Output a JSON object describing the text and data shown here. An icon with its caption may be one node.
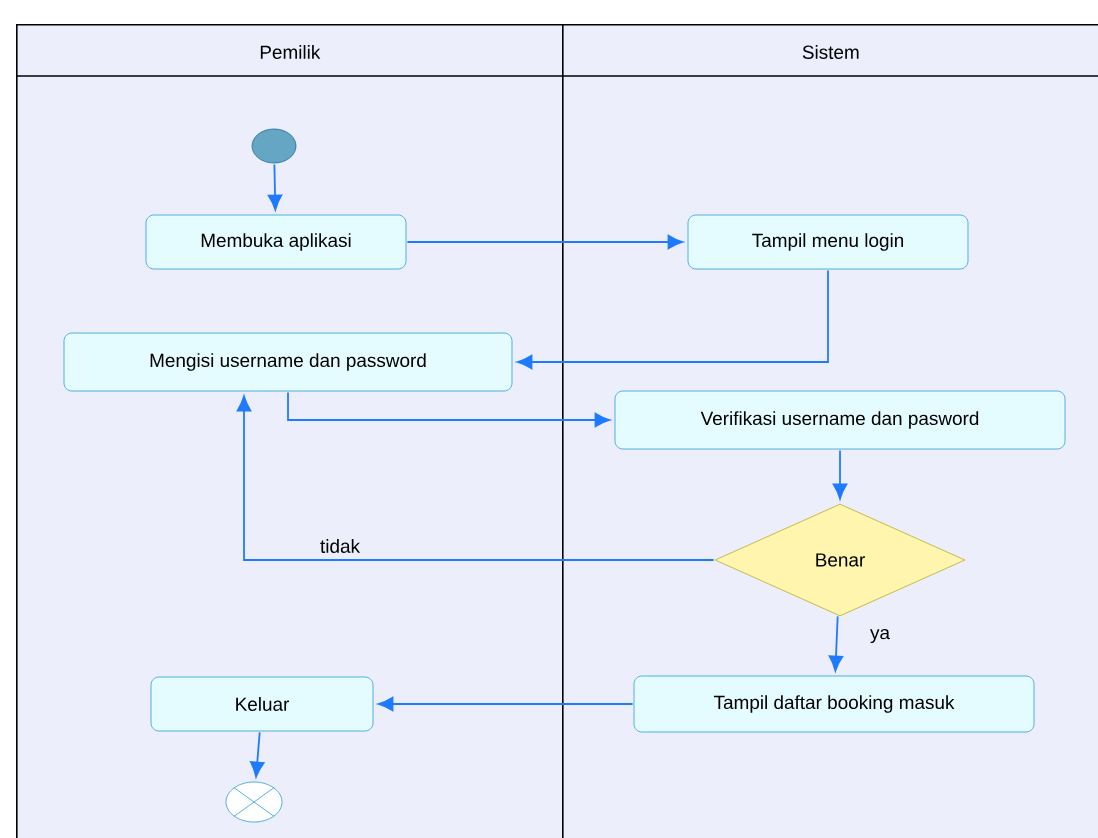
{
  "diagram": {
    "nodes": [
      {
        "text": [
          "Pemilik"
        ]
      },
      {
        "text": [
          "Sistem"
        ]
      },
      {
        "text": [],
        "shape": "circle",
        "in": 0
      },
      {
        "text": [
          "Membuka aplikasi"
        ],
        "in": 0
      },
      {
        "text": [
          "Tampil menu login"
        ],
        "in": 1
      },
      {
        "text": [
          "Mengisi username dan password"
        ],
        "in": 0
      },
      {
        "text": [
          "Verifikasi username dan pasword"
        ],
        "in": 1
      },
      {
        "text": [
          "Benar"
        ],
        "in": 1
      },
      {
        "text": [
          "Tampil daftar booking masuk"
        ],
        "in": 1
      },
      {
        "text": [
          "Keluar"
        ],
        "in": 0
      },
      {
        "text": [],
        "shape": "circle",
        "in": 0
      }
    ],
    "edges": [
      {
        "from": 2,
        "to": 3,
        "arrow": "to"
      },
      {
        "from": 3,
        "to": 4,
        "arrow": "to"
      },
      {
        "from": 4,
        "to": 5,
        "arrow": "to"
      },
      {
        "from": 5,
        "to": 6,
        "arrow": "to"
      },
      {
        "from": 6,
        "to": 7,
        "arrow": "to"
      },
      {
        "from": 7,
        "to": 5,
        "arrow": "to",
        "label": "tidak"
      },
      {
        "from": 7,
        "to": 8,
        "arrow": "to",
        "label": "ya"
      },
      {
        "from": 8,
        "to": 9,
        "arrow": "to"
      },
      {
        "from": 9,
        "to": 10,
        "arrow": "to"
      }
    ]
  }
}
